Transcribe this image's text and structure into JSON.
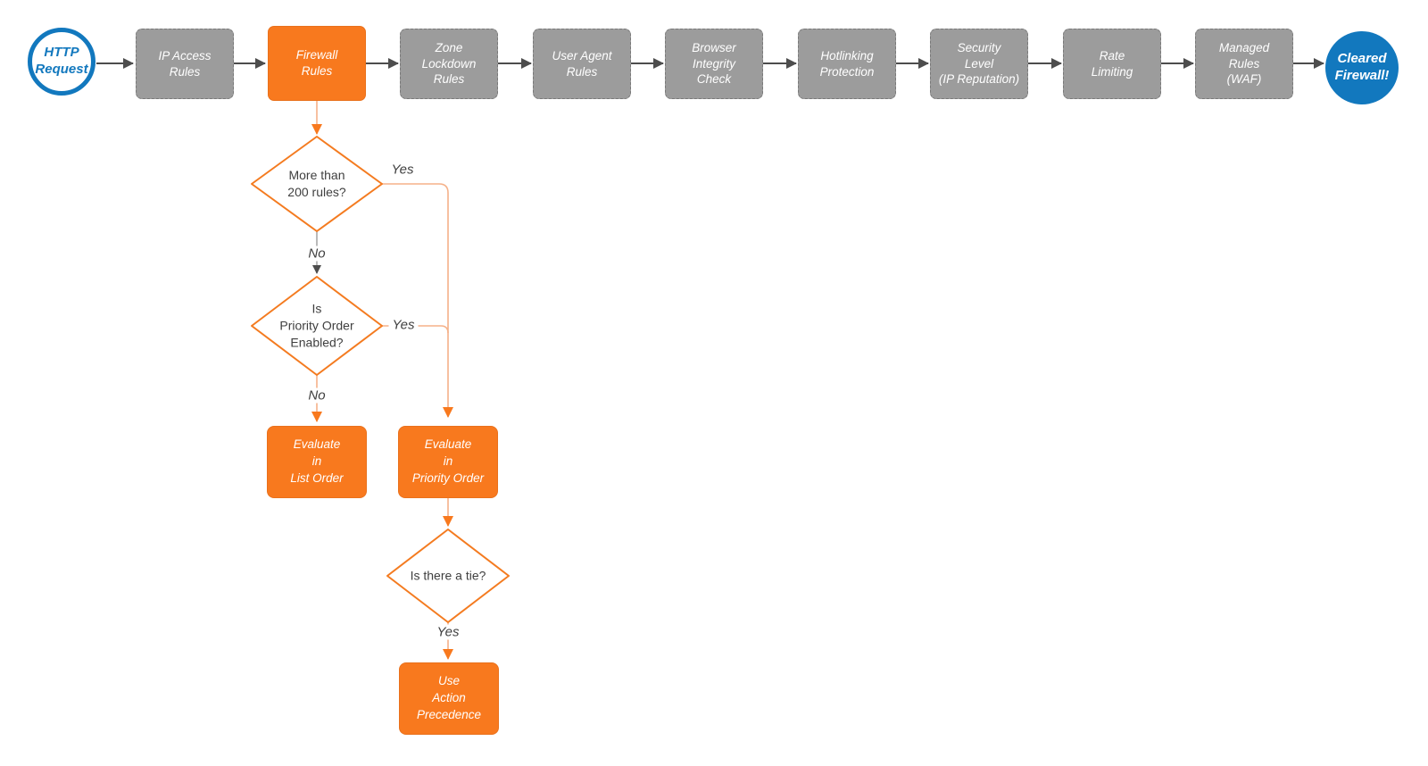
{
  "colors": {
    "orange": "#F8791E",
    "orange_border": "#F47B20",
    "light_orange_line": "#F5B189",
    "gray_box": "#9C9C9C",
    "blue": "#1278BE",
    "dark_arrow": "#4D4D4D",
    "text_dark": "#3F3F3F"
  },
  "start_node": {
    "lines": [
      "HTTP",
      "Request"
    ]
  },
  "end_node": {
    "lines": [
      "Cleared",
      "Firewall!"
    ]
  },
  "steps": [
    {
      "lines": [
        "IP Access",
        "Rules"
      ]
    },
    {
      "lines": [
        "Firewall",
        "Rules"
      ],
      "highlighted": true
    },
    {
      "lines": [
        "Zone",
        "Lockdown",
        "Rules"
      ]
    },
    {
      "lines": [
        "User Agent",
        "Rules"
      ]
    },
    {
      "lines": [
        "Browser",
        "Integrity",
        "Check"
      ]
    },
    {
      "lines": [
        "Hotlinking",
        "Protection"
      ]
    },
    {
      "lines": [
        "Security",
        "Level",
        "(IP Reputation)"
      ]
    },
    {
      "lines": [
        "Rate",
        "Limiting"
      ]
    },
    {
      "lines": [
        "Managed",
        "Rules",
        "(WAF)"
      ]
    }
  ],
  "decisions": [
    {
      "lines": [
        "More than",
        "200 rules?"
      ]
    },
    {
      "lines": [
        "Is",
        "Priority Order",
        "Enabled?"
      ]
    },
    {
      "lines": [
        "Is there a tie?"
      ]
    }
  ],
  "outcomes": [
    {
      "lines": [
        "Evaluate",
        "in",
        "List Order"
      ]
    },
    {
      "lines": [
        "Evaluate",
        "in",
        "Priority Order"
      ]
    },
    {
      "lines": [
        "Use",
        "Action",
        "Precedence"
      ]
    }
  ],
  "edge_labels": {
    "more_than_200_yes": "Yes",
    "more_than_200_no": "No",
    "priority_enabled_yes": "Yes",
    "priority_enabled_no": "No",
    "tie_yes": "Yes"
  }
}
